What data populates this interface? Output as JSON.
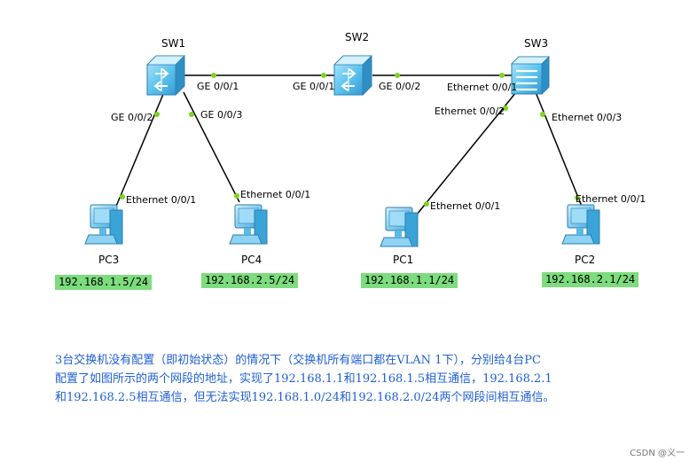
{
  "devices": {
    "sw1": {
      "name": "SW1"
    },
    "sw2": {
      "name": "SW2"
    },
    "sw3": {
      "name": "SW3"
    },
    "pc1": {
      "name": "PC1",
      "ip": "192.168.1.1/24"
    },
    "pc2": {
      "name": "PC2",
      "ip": "192.168.2.1/24"
    },
    "pc3": {
      "name": "PC3",
      "ip": "192.168.1.5/24"
    },
    "pc4": {
      "name": "PC4",
      "ip": "192.168.2.5/24"
    }
  },
  "ports": {
    "sw1_g001": "GE 0/0/1",
    "sw1_g002": "GE 0/0/2",
    "sw1_g003": "GE 0/0/3",
    "sw2_g001": "GE 0/0/1",
    "sw2_g002": "GE 0/0/2",
    "sw3_e001": "Ethernet 0/0/1",
    "sw3_e002": "Ethernet 0/0/2",
    "sw3_e003": "Ethernet 0/0/3",
    "pc3_e001": "Ethernet 0/0/1",
    "pc4_e001": "Ethernet 0/0/1",
    "pc1_e001": "Ethernet 0/0/1",
    "pc2_e001": "Ethernet 0/0/1"
  },
  "note": {
    "line1": "3台交换机没有配置（即初始状态）的情况下（交换机所有端口都在VLAN 1下），分别给4台PC",
    "line2": "配置了如图所示的两个网段的地址，实现了192.168.1.1和192.168.1.5相互通信，192.168.2.1",
    "line3": "和192.168.2.5相互通信，但无法实现192.168.1.0/24和192.168.2.0/24两个网段间相互通信。"
  },
  "watermark": "CSDN @义一",
  "colors": {
    "ip_bg": "#7ddc7d",
    "port_dot": "#7ed321",
    "note_text": "#1f5fd6",
    "device_blue": "#5bc0ee"
  }
}
